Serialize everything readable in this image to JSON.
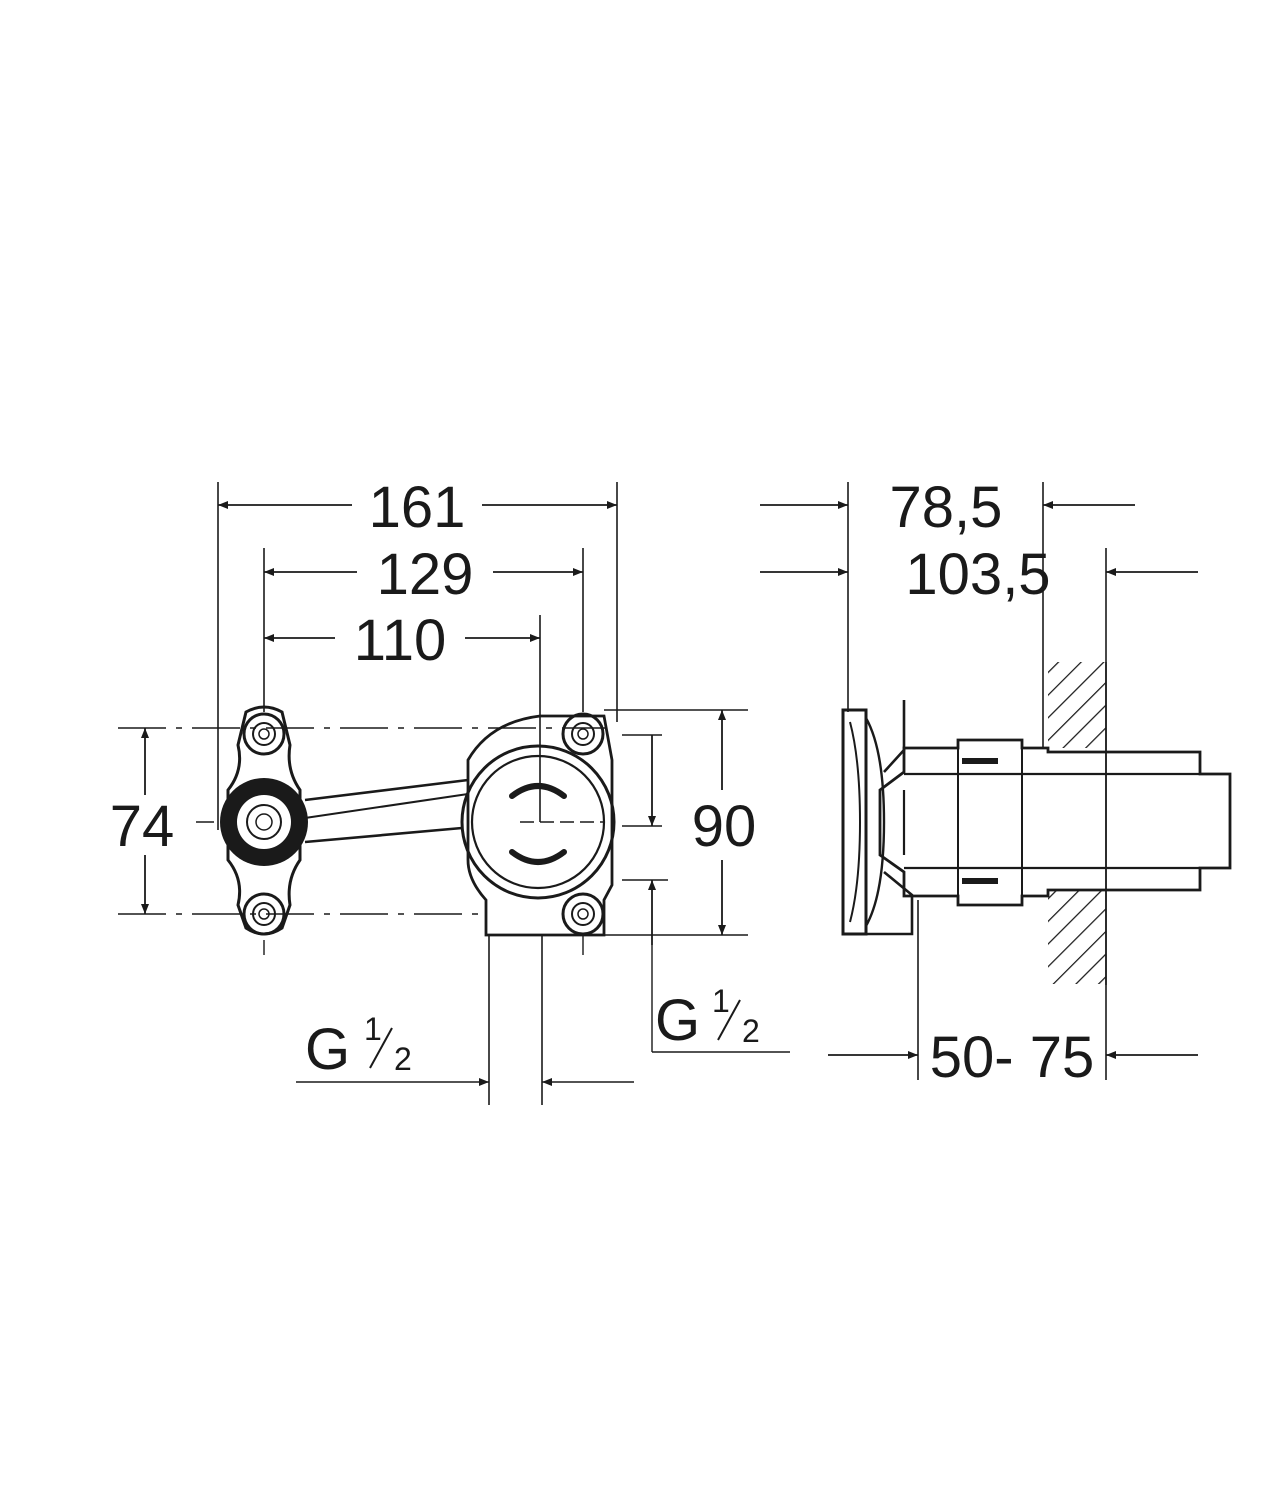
{
  "dimensions": {
    "d161": "161",
    "d129": "129",
    "d110": "110",
    "d74": "74",
    "d90": "90",
    "d78_5": "78,5",
    "d103_5": "103,5",
    "d50_75": "50- 75"
  },
  "threads": {
    "left": {
      "letter": "G",
      "num": "1",
      "den": "2"
    },
    "right": {
      "letter": "G",
      "num": "1",
      "den": "2"
    }
  },
  "colors": {
    "line": "#1a1a1a",
    "background": "#ffffff"
  }
}
